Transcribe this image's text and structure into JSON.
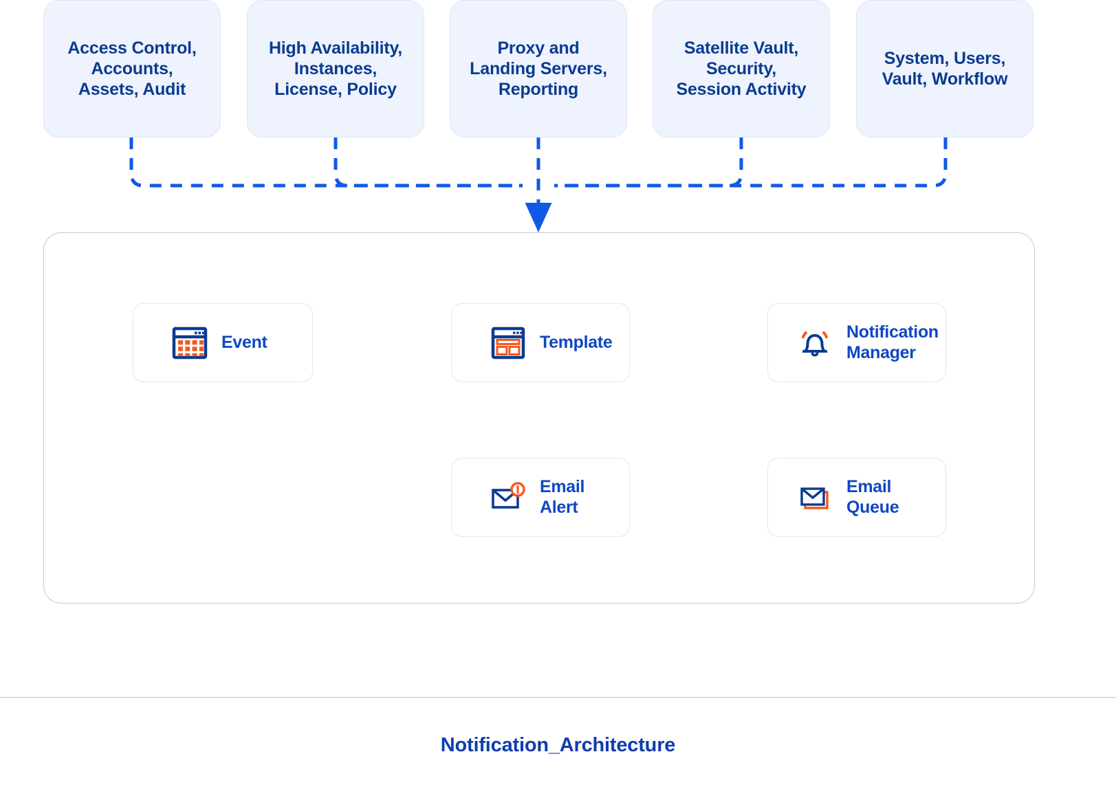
{
  "caption": "Notification_Architecture",
  "colors": {
    "source_box_fill": "#eef3fd",
    "source_box_text": "#0b3b91",
    "node_label_text": "#0f47c4",
    "connector_blue": "#1059e8",
    "icon_blue": "#0b3b91",
    "icon_orange": "#f4591c",
    "container_border": "#cacaca",
    "caption_text": "#103cae"
  },
  "sources": [
    {
      "id": "access-control",
      "label": "Access Control,\nAccounts,\nAssets, Audit"
    },
    {
      "id": "high-availability",
      "label": "High Availability,\nInstances,\nLicense, Policy"
    },
    {
      "id": "proxy-landing",
      "label": "Proxy and\nLanding Servers,\nReporting"
    },
    {
      "id": "satellite-vault",
      "label": "Satellite Vault,\nSecurity,\nSession Activity"
    },
    {
      "id": "system-users",
      "label": "System, Users,\nVault, Workflow"
    }
  ],
  "nodes": [
    {
      "id": "event",
      "label": "Event",
      "icon": "calendar-icon"
    },
    {
      "id": "template",
      "label": "Template",
      "icon": "template-window-icon"
    },
    {
      "id": "notification-manager",
      "label": "Notification\nManager",
      "icon": "bell-icon"
    },
    {
      "id": "email-alert",
      "label": "Email\nAlert",
      "icon": "email-alert-icon"
    },
    {
      "id": "email-queue",
      "label": "Email\nQueue",
      "icon": "email-queue-icon"
    }
  ],
  "flows": [
    {
      "id": "event-to-template",
      "from": "event",
      "to": "template",
      "style": "dashed",
      "direction": "right"
    },
    {
      "id": "template-to-notification-manager",
      "from": "template",
      "to": "notification-manager",
      "style": "dashed",
      "direction": "right"
    },
    {
      "id": "email-queue-to-email-alert",
      "from": "email-queue",
      "to": "email-alert",
      "style": "dashed",
      "direction": "left"
    },
    {
      "id": "sources-to-container",
      "from": "sources-bus",
      "to": "notification-container",
      "style": "dashed",
      "direction": "down"
    }
  ]
}
